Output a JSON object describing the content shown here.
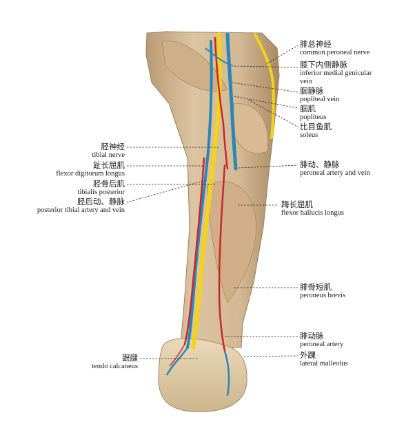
{
  "colors": {
    "background": "#ffffff",
    "specimen": "#d9c2a0",
    "specimen_shadow": "#b79b76",
    "heel": "#e4d4b2",
    "nerve": "#f2d21a",
    "artery": "#c8262b",
    "vein": "#2b86b8",
    "leader": "#222222"
  },
  "labels_right": [
    {
      "id": "common-peroneal-nerve",
      "zh": "腓总神经",
      "en": "common peroneal nerve"
    },
    {
      "id": "inferior-medial-genicular-vein",
      "zh": "膝下内侧静脉",
      "en": "inferior medial genicular",
      "en2": "vein"
    },
    {
      "id": "popliteal-vein",
      "zh": "腘静脉",
      "en": "popliteal vein"
    },
    {
      "id": "popliteus",
      "zh": "腘肌",
      "en": "popliteus"
    },
    {
      "id": "soleus",
      "zh": "比目鱼肌",
      "en": "soleus"
    },
    {
      "id": "peroneal-artery-and-vein",
      "zh": "腓动、静脉",
      "en": "peroneal artery and vein"
    },
    {
      "id": "flexor-hallucis-longus",
      "zh": "踇长屈肌",
      "en": "flexor hallucis longus"
    },
    {
      "id": "peroneus-brevis",
      "zh": "腓骨短肌",
      "en": "peroneus brevis"
    },
    {
      "id": "peroneal-artery",
      "zh": "腓动脉",
      "en": "peroneal artery"
    },
    {
      "id": "lateral-malleolus",
      "zh": "外踝",
      "en": "lateral malleolus"
    }
  ],
  "labels_left": [
    {
      "id": "tibial-nerve",
      "zh": "胫神经",
      "en": "tibial nerve"
    },
    {
      "id": "flexor-digitorum-longus",
      "zh": "趾长屈肌",
      "en": "flexor digitorum longus"
    },
    {
      "id": "tibialis-posterior",
      "zh": "胫骨后肌",
      "en": "tibialis posterior"
    },
    {
      "id": "posterior-tibial-artery-and-vein",
      "zh": "胫后动、静脉",
      "en": "posterior tibial artery and vein"
    },
    {
      "id": "tendo-calcaneus",
      "zh": "跟腱",
      "en": "tendo calcaneus"
    }
  ]
}
